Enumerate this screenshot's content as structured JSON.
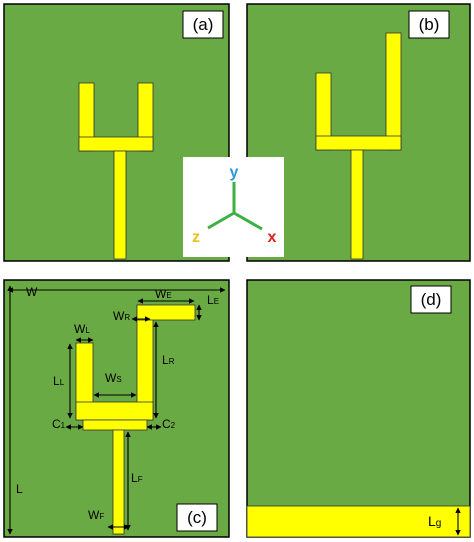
{
  "panels": {
    "a": {
      "label": "(a)"
    },
    "b": {
      "label": "(b)"
    },
    "c": {
      "label": "(c)"
    },
    "d": {
      "label": "(d)"
    }
  },
  "axes": {
    "y": {
      "label": "y",
      "color": "#2c9ad6"
    },
    "z": {
      "label": "z",
      "color": "#e8c11a"
    },
    "x": {
      "label": "x",
      "color": "#e02020"
    },
    "arm_color": "#3cb043"
  },
  "dims": {
    "W": {
      "main": "W",
      "sub": ""
    },
    "WE": {
      "main": "W",
      "sub": "E"
    },
    "LE": {
      "main": "L",
      "sub": "E"
    },
    "WL": {
      "main": "W",
      "sub": "L"
    },
    "WR": {
      "main": "W",
      "sub": "R"
    },
    "LR": {
      "main": "L",
      "sub": "R"
    },
    "LL": {
      "main": "L",
      "sub": "L"
    },
    "WS": {
      "main": "W",
      "sub": "S"
    },
    "C1": {
      "main": "C",
      "sub": "1"
    },
    "C2": {
      "main": "C",
      "sub": "2"
    },
    "L": {
      "main": "L",
      "sub": ""
    },
    "LF": {
      "main": "L",
      "sub": "F"
    },
    "WF": {
      "main": "W",
      "sub": "F"
    },
    "Lg": {
      "main": "L",
      "sub": "g"
    }
  },
  "colors": {
    "substrate": "#6aaa45",
    "metal": "#ffff00",
    "border": "#000000"
  }
}
